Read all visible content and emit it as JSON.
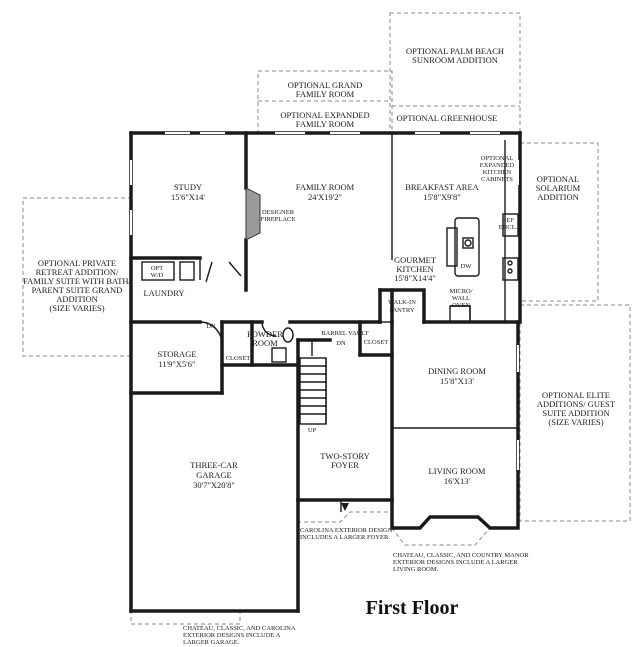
{
  "title": "First Floor",
  "rooms": {
    "study": {
      "name": "STUDY",
      "dim": "15'6\"X14'"
    },
    "family_room": {
      "name": "FAMILY ROOM",
      "dim": "24'X19'2\""
    },
    "breakfast_area": {
      "name": "BREAKFAST AREA",
      "dim": "15'8\"X9'8\""
    },
    "gourmet_kitchen": {
      "name": "GOURMET",
      "name2": "KITCHEN",
      "dim": "15'8\"X14'4\""
    },
    "laundry": {
      "name": "LAUNDRY"
    },
    "storage": {
      "name": "STORAGE",
      "dim": "11'9\"X5'6\""
    },
    "powder_room": {
      "name": "POWDER",
      "name2": "ROOM"
    },
    "dining_room": {
      "name": "DINING ROOM",
      "dim": "15'8\"X13'"
    },
    "living_room": {
      "name": "LIVING ROOM",
      "dim": "16'X13'"
    },
    "foyer": {
      "name": "TWO-STORY",
      "name2": "FOYER"
    },
    "garage": {
      "name": "THREE-CAR",
      "name2": "GARAGE",
      "dim": "30'7\"X20'8\""
    }
  },
  "small_labels": {
    "designer_fireplace": [
      "DESIGNER",
      "FIREPLACE"
    ],
    "opt_wd": [
      "OPT",
      "W/D"
    ],
    "closet_left": "CLOSET",
    "closet_right": "CLOSET",
    "barrel_vault": "BARREL VAULT",
    "dn_left": "DN",
    "dn_right": "DN",
    "up": "UP",
    "walk_in_pantry": [
      "WALK-IN",
      "PANTRY"
    ],
    "micro_wall_oven": [
      "MICRO/",
      "WALL",
      "OVEN"
    ],
    "dw": "DW",
    "ref_encl": [
      "REF",
      "ENCL."
    ],
    "opt_exp_cabinets": [
      "OPTIONAL",
      "EXPANDED",
      "KITCHEN",
      "CABINETS"
    ]
  },
  "options": {
    "palm_beach": [
      "OPTIONAL PALM BEACH",
      "SUNROOM ADDITION"
    ],
    "grand_family": [
      "OPTIONAL GRAND",
      "FAMILY ROOM"
    ],
    "expanded_family": [
      "OPTIONAL EXPANDED",
      "FAMILY ROOM"
    ],
    "greenhouse": "OPTIONAL GREENHOUSE",
    "solarium": [
      "OPTIONAL",
      "SOLARIUM",
      "ADDITION"
    ],
    "private_retreat": [
      "OPTIONAL PRIVATE",
      "RETREAT ADDITION/",
      "FAMILY SUITE WITH BATH/",
      "PARENT SUITE GRAND",
      "ADDITION",
      "(SIZE VARIES)"
    ],
    "elite_additions": [
      "OPTIONAL ELITE",
      "ADDITIONS/ GUEST",
      "SUITE ADDITION",
      "(SIZE VARIES)"
    ]
  },
  "notes": {
    "carolina_foyer": [
      "CAROLINA EXTERIOR DESIGN",
      "INCLUDES A LARGER FOYER."
    ],
    "chateau_living": [
      "CHATEAU, CLASSIC, AND COUNTRY MANOR",
      "EXTERIOR DESIGNS INCLUDE A LARGER",
      "LIVING ROOM."
    ],
    "chateau_garage": [
      "CHATEAU, CLASSIC, AND CAROLINA",
      "EXTERIOR DESIGNS INCLUDE A",
      "LARGER GARAGE."
    ]
  }
}
